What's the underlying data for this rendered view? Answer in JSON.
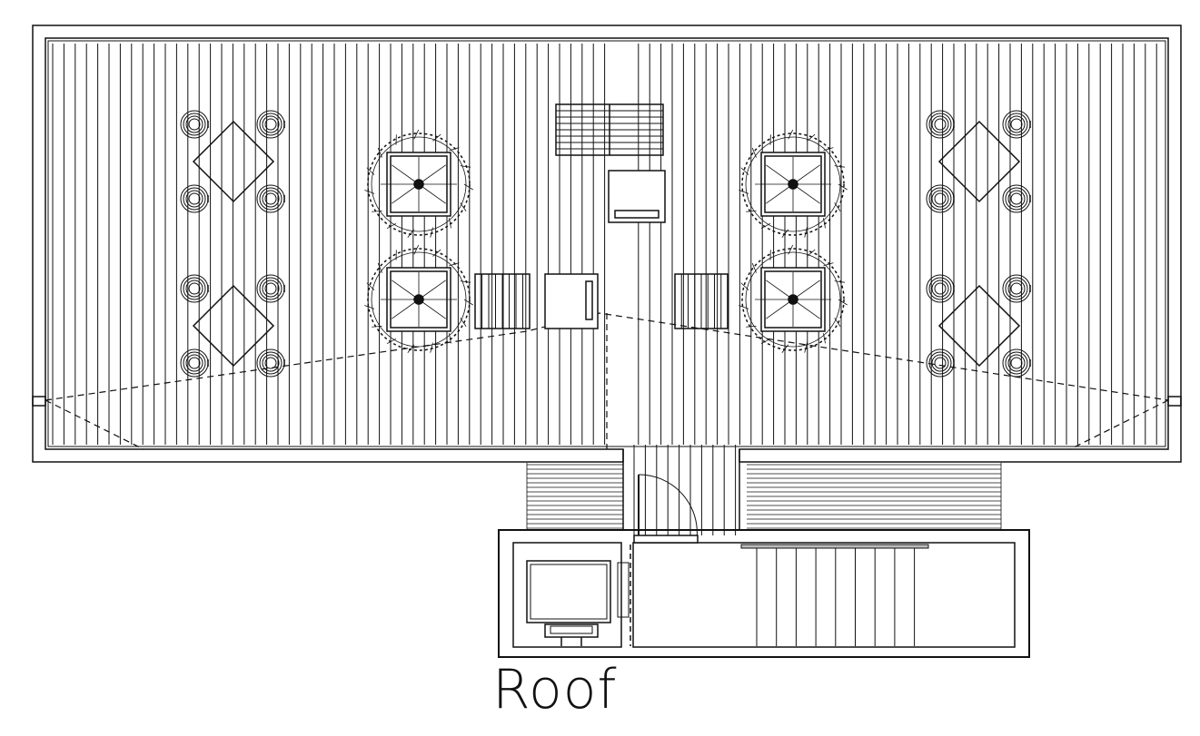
{
  "title": "Roof",
  "colors": {
    "line": "#111111",
    "background": "#ffffff"
  },
  "elements": {
    "tables": 4,
    "chairs": 16,
    "planters": 4,
    "loungers": 2,
    "stair_treads": 9
  }
}
